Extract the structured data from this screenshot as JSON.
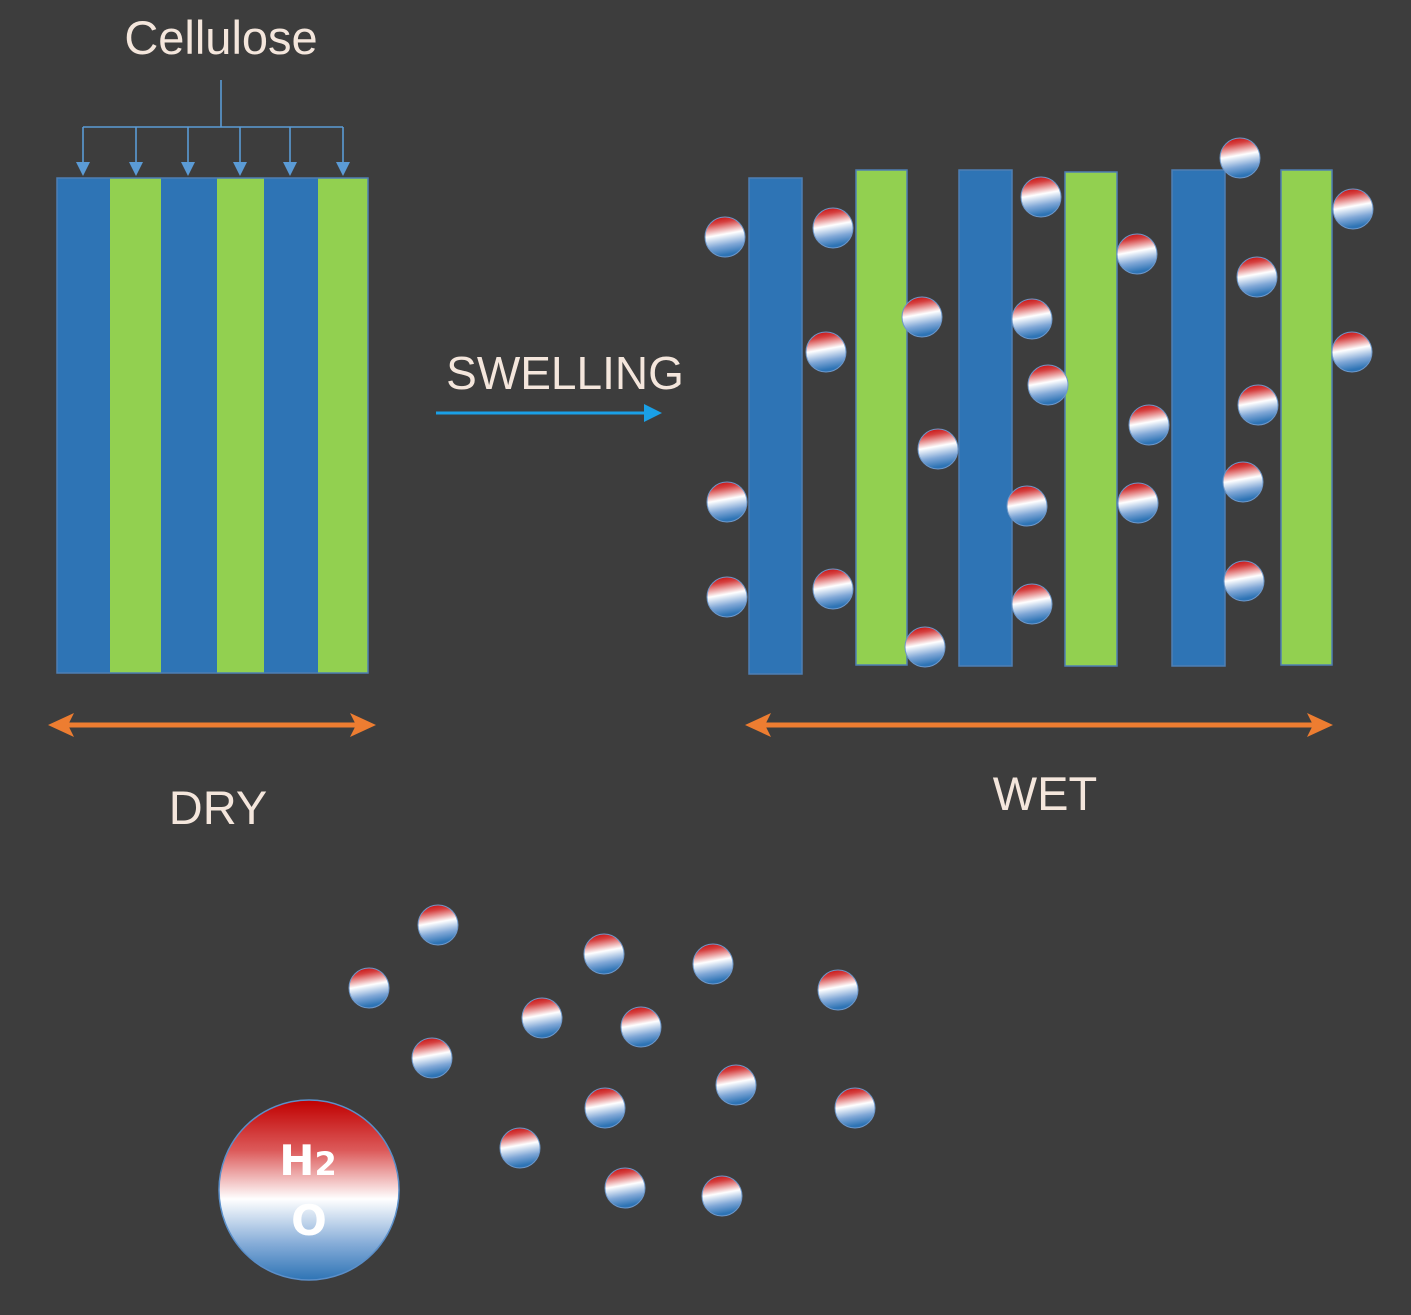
{
  "labels": {
    "cellulose": "Cellulose",
    "swelling": "SWELLING",
    "dry": "DRY",
    "wet": "WET"
  },
  "h2o": {
    "h": "H",
    "sub": "2",
    "o": "O"
  },
  "colors": {
    "background": "#3d3d3d",
    "fiber_blue": "#2e74b5",
    "fiber_green": "#92d050",
    "width_arrow": "#ed7d31",
    "process_arrow": "#1aa0e6",
    "pointer": "#5b9bd5",
    "label_text": "#f4e6dc",
    "molecule_red": "#c00000",
    "molecule_blue": "#2e74b5"
  },
  "legend": {
    "dry": {
      "fiber_order": [
        "blue",
        "green",
        "blue",
        "green",
        "blue",
        "green"
      ],
      "pointer_count": 6
    },
    "wet": {
      "fiber_order": [
        "blue",
        "green",
        "blue",
        "green",
        "blue",
        "green"
      ]
    }
  }
}
